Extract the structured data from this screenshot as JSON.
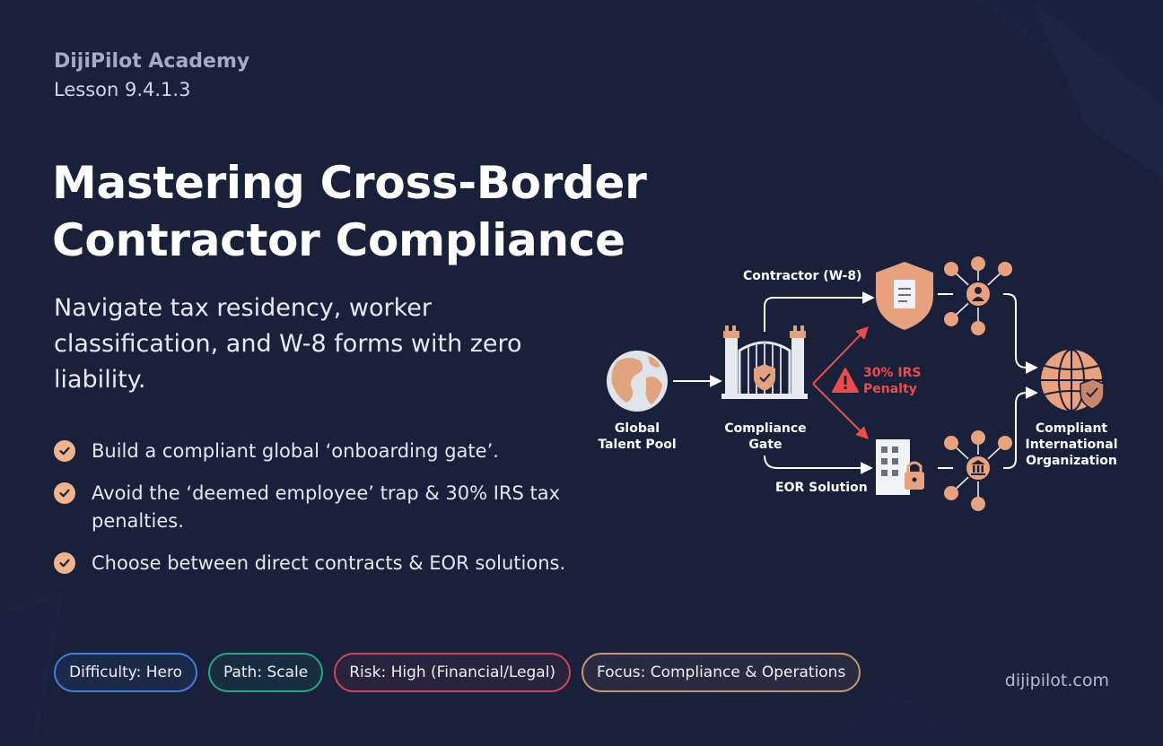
{
  "header": {
    "brand": "DijiPilot Academy",
    "lesson": "Lesson 9.4.1.3"
  },
  "hero": {
    "title": "Mastering Cross-Border Contractor Compliance",
    "subtitle": "Navigate tax residency, worker classification, and W-8 forms with zero liability."
  },
  "bullets": [
    {
      "text": "Build a compliant global ‘onboarding gate’."
    },
    {
      "text": "Avoid the ‘deemed employee’ trap & 30% IRS tax penalties."
    },
    {
      "text": "Choose between direct contracts & EOR solutions."
    }
  ],
  "tags": [
    {
      "label": "Difficulty: Hero",
      "color": "#3f7fe0"
    },
    {
      "label": "Path: Scale",
      "color": "#2aa57c"
    },
    {
      "label": "Risk: High (Financial/Legal)",
      "color": "#d0445a"
    },
    {
      "label": "Focus: Compliance & Operations",
      "color": "#c99773"
    }
  ],
  "footer": {
    "site": "dijipilot.com"
  },
  "diagram": {
    "nodes": {
      "talent_pool": {
        "line1": "Global",
        "line2": "Talent Pool",
        "icon": "globe-icon"
      },
      "gate": {
        "line1": "Compliance",
        "line2": "Gate",
        "icon": "gate-icon"
      },
      "target": {
        "line1": "Compliant",
        "line2": "International",
        "line3": "Organization",
        "icon": "globe-shield-icon"
      },
      "contractor": {
        "label": "Contractor (W-8)",
        "icon": "shield-document-icon"
      },
      "eor": {
        "label": "EOR Solution",
        "icon": "building-lock-icon"
      },
      "warning": {
        "line1": "30% IRS",
        "line2": "Penalty",
        "icon": "warning-icon"
      }
    },
    "colors": {
      "accent": "#f0b48c",
      "accent_dark": "#c9866a",
      "danger": "#ef4b4b",
      "line": "#ffffff"
    }
  }
}
